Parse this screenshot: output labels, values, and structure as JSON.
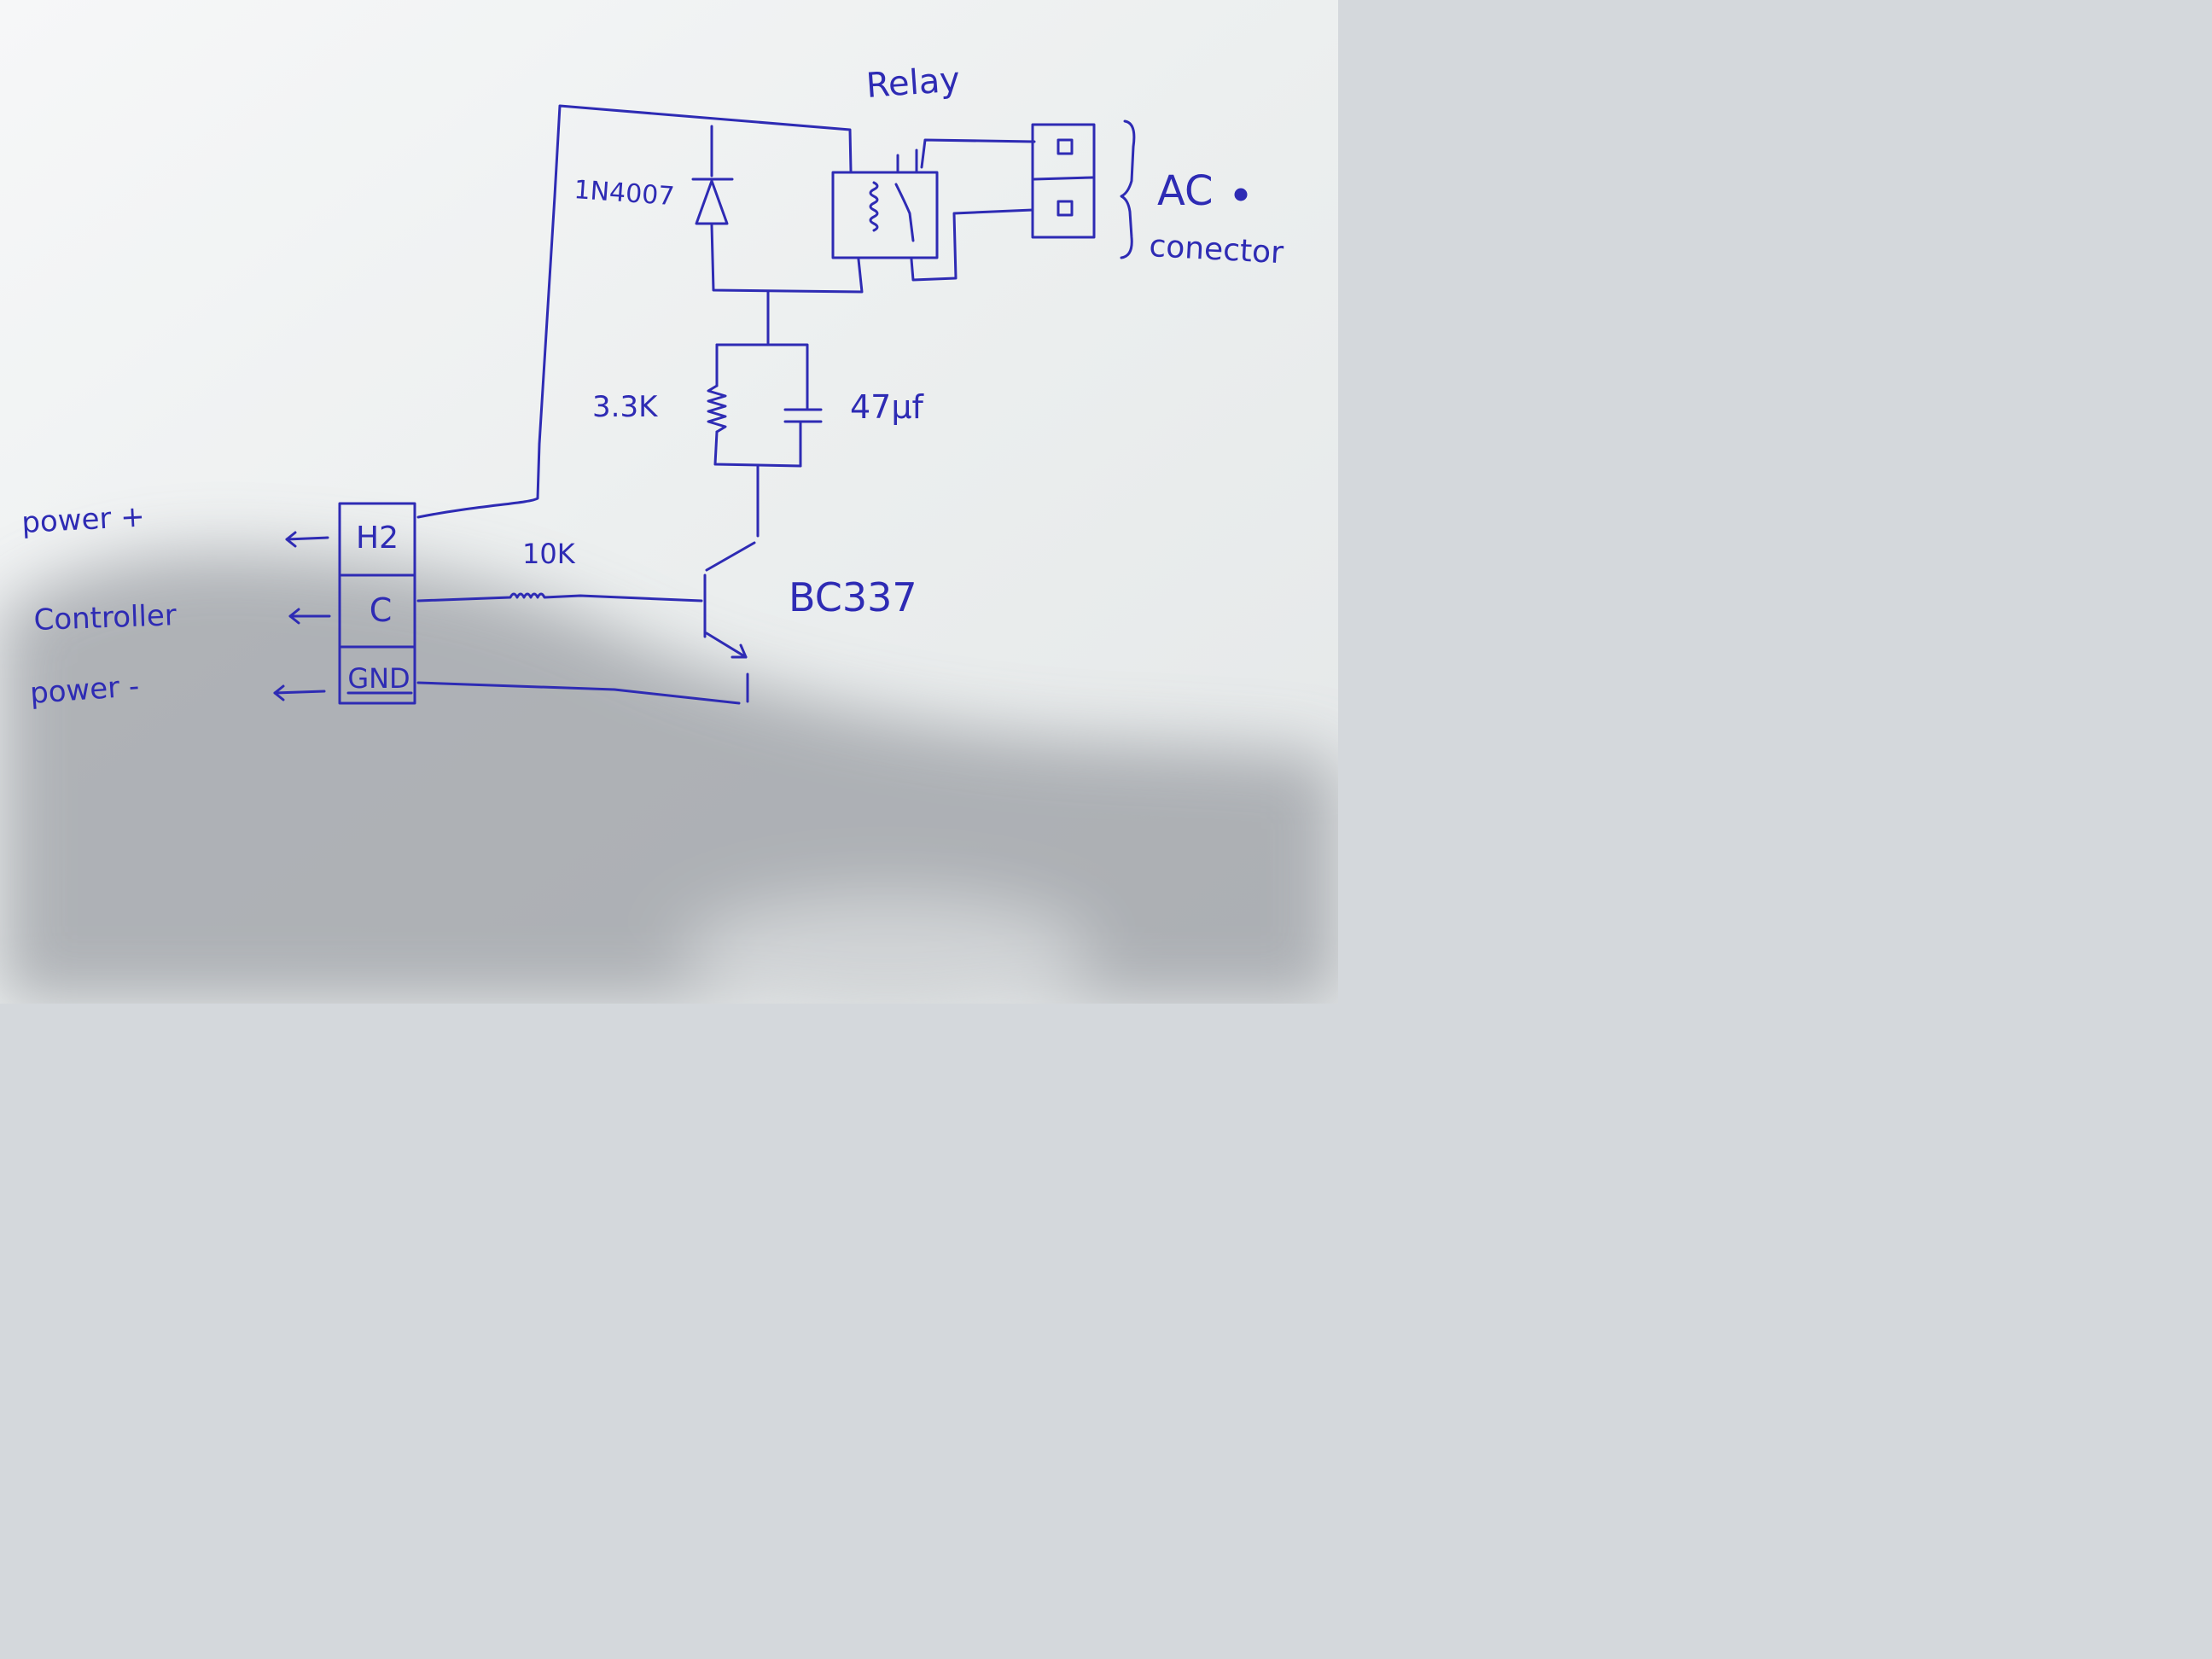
{
  "colors": {
    "ink": "#2e2bb4",
    "paper": "#eef0f1",
    "shadow": "#9fa2a7"
  },
  "labels": {
    "relay": "Relay",
    "diode": "1N4007",
    "resistor_collector": "3.3K",
    "capacitor": "47µf",
    "resistor_base": "10K",
    "transistor": "BC337",
    "ac_line1": "AC",
    "ac_line2": "conector",
    "power_plus": "power +",
    "controller": "Controller",
    "power_minus": "power -"
  },
  "terminal": {
    "pins": [
      "H2",
      "C",
      "GND"
    ]
  }
}
